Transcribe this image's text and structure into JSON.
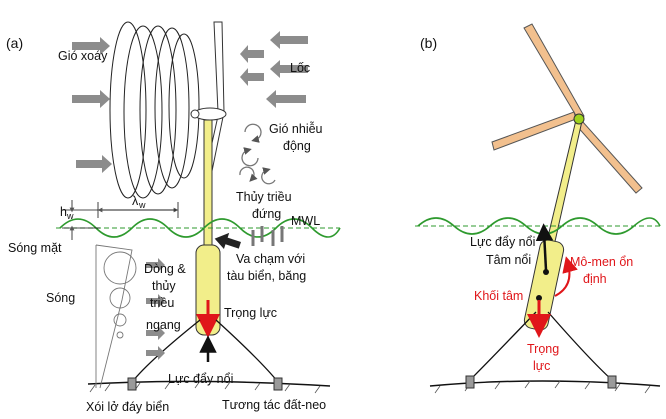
{
  "panel_a": {
    "tag": "(a)",
    "labels": {
      "gio_xoay": "Gió xoáy",
      "loc": "Lốc",
      "gio_nhieu_1": "Gió nhiễu",
      "gio_nhieu_2": "động",
      "thuy_trieu_1": "Thủy triều",
      "thuy_trieu_2": "đứng",
      "mwl": "MWL",
      "h": "h",
      "h_sub": "w",
      "lambda": "λ",
      "lambda_sub": "w",
      "song_mat": "Sóng mặt",
      "song": "Sóng",
      "dong_1": "Dòng &",
      "dong_2": "thủy",
      "dong_3": "triều",
      "dong_4": "ngang",
      "va_cham_1": "Va chạm với",
      "va_cham_2": "tàu biển, băng",
      "trong_luc": "Trọng lực",
      "luc_day_noi": "Lực đẩy nổi",
      "xoi_lo": "Xói lở đáy biển",
      "tuong_tac": "Tương tác đất-neo"
    }
  },
  "panel_b": {
    "tag": "(b)",
    "labels": {
      "luc_day_noi": "Lực đẩy nổi",
      "tam_noi": "Tâm nổi",
      "mo_men_1": "Mô-men ổn",
      "mo_men_2": "định",
      "khoi_tam": "Khối tâm",
      "trong_luc_1": "Trọng",
      "trong_luc_2": "lực"
    }
  },
  "colors": {
    "wave_green": "#2e9a2e",
    "tower_yellow": "#f2ee8a",
    "blade_orange": "#f2c08e",
    "arrow_gray": "#8c8c8c",
    "red": "#e0161a"
  }
}
